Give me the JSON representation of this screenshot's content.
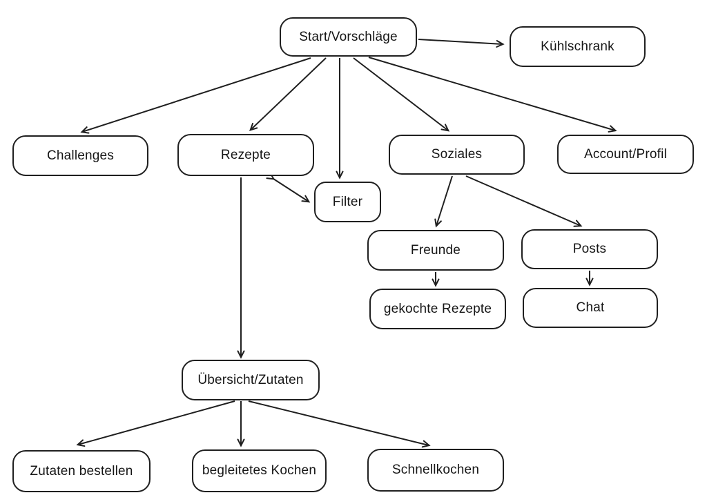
{
  "diagram": {
    "colors": {
      "stroke": "#1f1f1f",
      "background": "#ffffff",
      "text": "#161616"
    },
    "nodes": [
      {
        "id": "start",
        "label": "Start/Vorschläge"
      },
      {
        "id": "kuehlschrank",
        "label": "Kühlschrank"
      },
      {
        "id": "challenges",
        "label": "Challenges"
      },
      {
        "id": "rezepte",
        "label": "Rezepte"
      },
      {
        "id": "filter",
        "label": "Filter"
      },
      {
        "id": "soziales",
        "label": "Soziales"
      },
      {
        "id": "account-profil",
        "label": "Account/Profil"
      },
      {
        "id": "freunde",
        "label": "Freunde"
      },
      {
        "id": "posts",
        "label": "Posts"
      },
      {
        "id": "gekochte-rezepte",
        "label": "gekochte Rezepte"
      },
      {
        "id": "chat",
        "label": "Chat"
      },
      {
        "id": "uebersicht-zutaten",
        "label": "Übersicht/Zutaten"
      },
      {
        "id": "zutaten-bestellen",
        "label": "Zutaten bestellen"
      },
      {
        "id": "begleitetes-kochen",
        "label": "begleitetes Kochen"
      },
      {
        "id": "schnellkochen",
        "label": "Schnellkochen"
      }
    ],
    "edges": [
      {
        "from": "Start/Vorschläge",
        "to": "Kühlschrank",
        "type": "arrow"
      },
      {
        "from": "Start/Vorschläge",
        "to": "Challenges",
        "type": "arrow"
      },
      {
        "from": "Start/Vorschläge",
        "to": "Rezepte",
        "type": "arrow"
      },
      {
        "from": "Start/Vorschläge",
        "to": "Filter",
        "type": "arrow"
      },
      {
        "from": "Start/Vorschläge",
        "to": "Soziales",
        "type": "arrow"
      },
      {
        "from": "Start/Vorschläge",
        "to": "Account/Profil",
        "type": "arrow"
      },
      {
        "from": "Rezepte",
        "to": "Filter",
        "type": "double-arrow"
      },
      {
        "from": "Rezepte",
        "to": "Übersicht/Zutaten",
        "type": "arrow"
      },
      {
        "from": "Soziales",
        "to": "Freunde",
        "type": "arrow"
      },
      {
        "from": "Soziales",
        "to": "Posts",
        "type": "arrow"
      },
      {
        "from": "Freunde",
        "to": "gekochte Rezepte",
        "type": "arrow"
      },
      {
        "from": "Posts",
        "to": "Chat",
        "type": "arrow"
      },
      {
        "from": "Übersicht/Zutaten",
        "to": "Zutaten bestellen",
        "type": "arrow"
      },
      {
        "from": "Übersicht/Zutaten",
        "to": "begleitetes Kochen",
        "type": "arrow"
      },
      {
        "from": "Übersicht/Zutaten",
        "to": "Schnellkochen",
        "type": "arrow"
      }
    ]
  }
}
